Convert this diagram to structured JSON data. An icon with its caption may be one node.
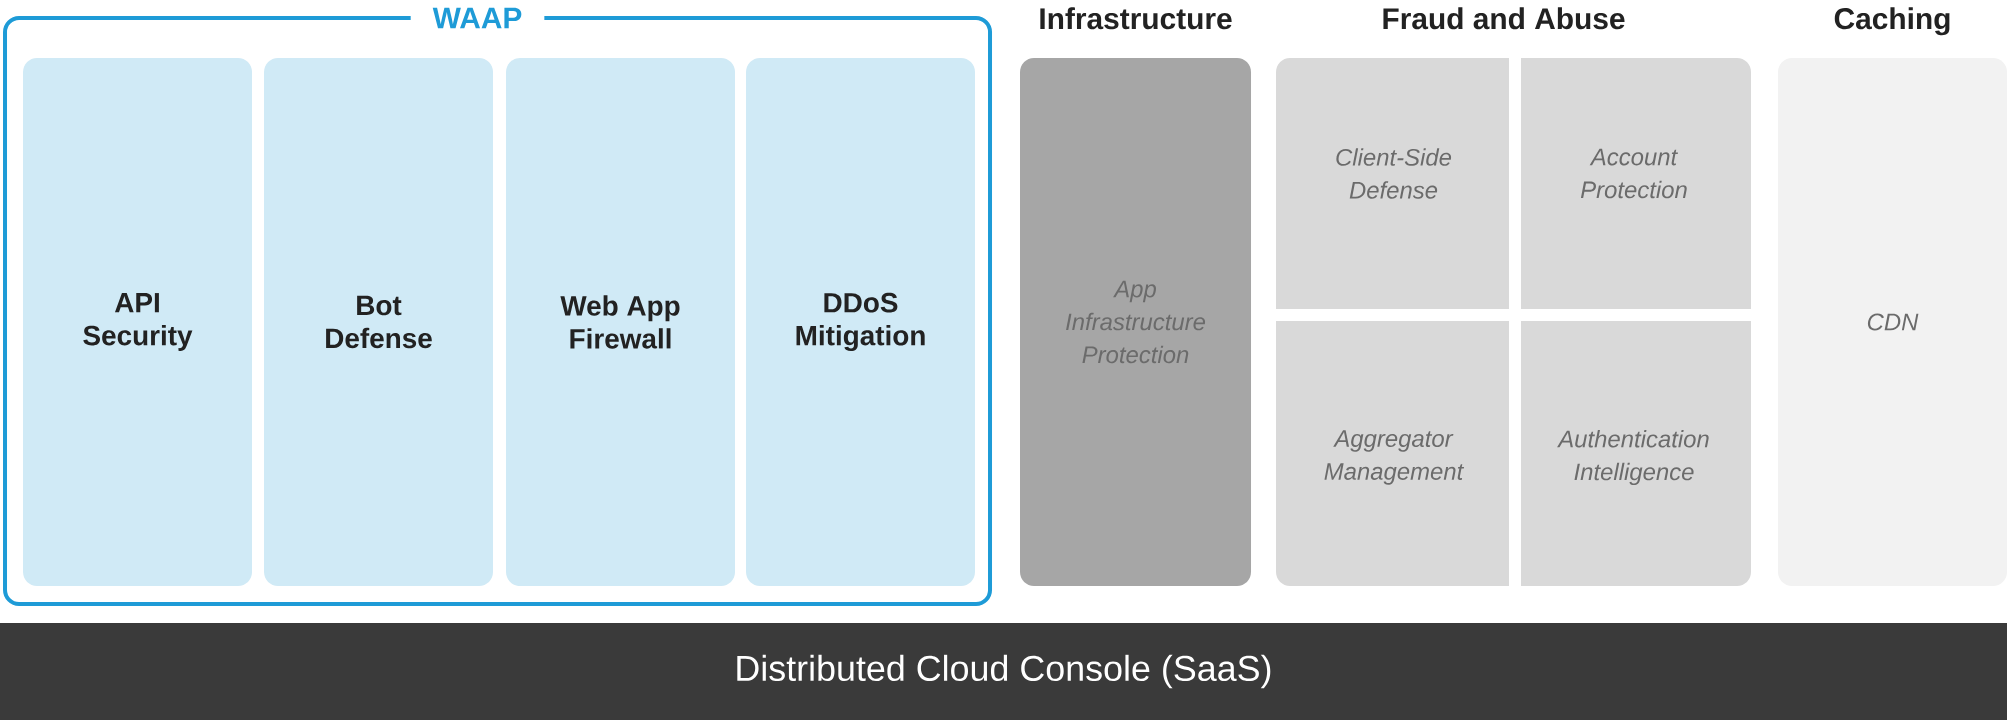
{
  "diagram": {
    "nodes": [
      {
        "text": [
          "WAAP"
        ]
      },
      {
        "text": [
          "API Security"
        ],
        "in": 0
      },
      {
        "text": [
          "Bot Defense"
        ],
        "in": 0
      },
      {
        "text": [
          "Web App Firewall"
        ],
        "in": 0
      },
      {
        "text": [
          "DDoS Mitigation"
        ],
        "in": 0
      },
      {
        "text": [
          "Infrastructure",
          "App Infrastructure Protection"
        ]
      },
      {
        "text": [
          "Fraud and Abuse"
        ]
      },
      {
        "text": [
          "Client-Side Defense"
        ],
        "in": 6
      },
      {
        "text": [
          "Account Protection"
        ],
        "in": 6
      },
      {
        "text": [
          "Aggregator Management"
        ],
        "in": 6
      },
      {
        "text": [
          "Authentication Intelligence"
        ],
        "in": 6
      },
      {
        "text": [
          "Caching",
          "CDN"
        ]
      },
      {
        "text": [
          "Distributed Cloud Console (SaaS)"
        ]
      }
    ]
  }
}
